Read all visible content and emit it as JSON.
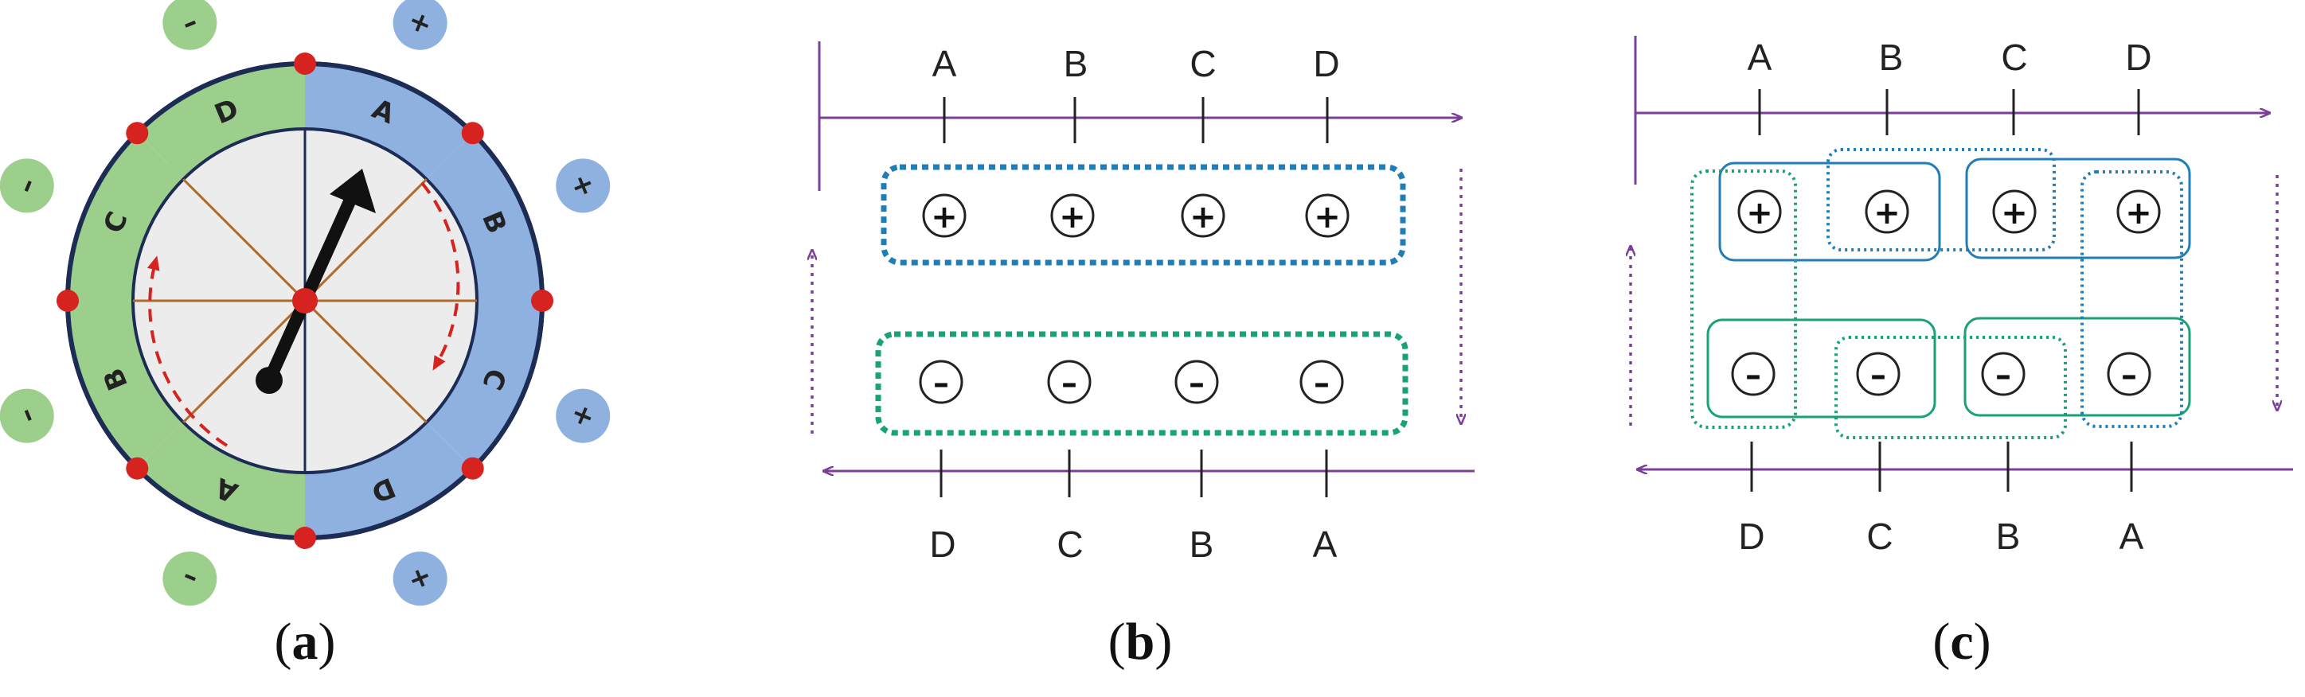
{
  "colors": {
    "blue": "#8fb1e0",
    "green": "#9ccf8c",
    "ring_border": "#1d2c55",
    "node": "#d6231f",
    "spoke": "#b06a2a",
    "purple": "#7b3f99",
    "dotted_blue": "#1f7db8",
    "dotted_green": "#1aa277"
  },
  "panel_a": {
    "caption": "a",
    "segments": [
      {
        "letter": "D",
        "sign": "–",
        "color": "green"
      },
      {
        "letter": "A",
        "sign": "+",
        "color": "blue"
      },
      {
        "letter": "B",
        "sign": "+",
        "color": "blue"
      },
      {
        "letter": "C",
        "sign": "+",
        "color": "blue"
      },
      {
        "letter": "D",
        "sign": "+",
        "color": "blue"
      },
      {
        "letter": "A",
        "sign": "–",
        "color": "green"
      },
      {
        "letter": "B",
        "sign": "–",
        "color": "green"
      },
      {
        "letter": "C",
        "sign": "–",
        "color": "green"
      }
    ]
  },
  "panel_b": {
    "caption": "b",
    "top_labels": [
      "A",
      "B",
      "C",
      "D"
    ],
    "bottom_labels": [
      "D",
      "C",
      "B",
      "A"
    ],
    "plus_symbol": "+",
    "minus_symbol": "–"
  },
  "panel_c": {
    "caption": "c",
    "top_labels": [
      "A",
      "B",
      "C",
      "D"
    ],
    "bottom_labels": [
      "D",
      "C",
      "B",
      "A"
    ],
    "plus_symbol": "+",
    "minus_symbol": "–"
  }
}
